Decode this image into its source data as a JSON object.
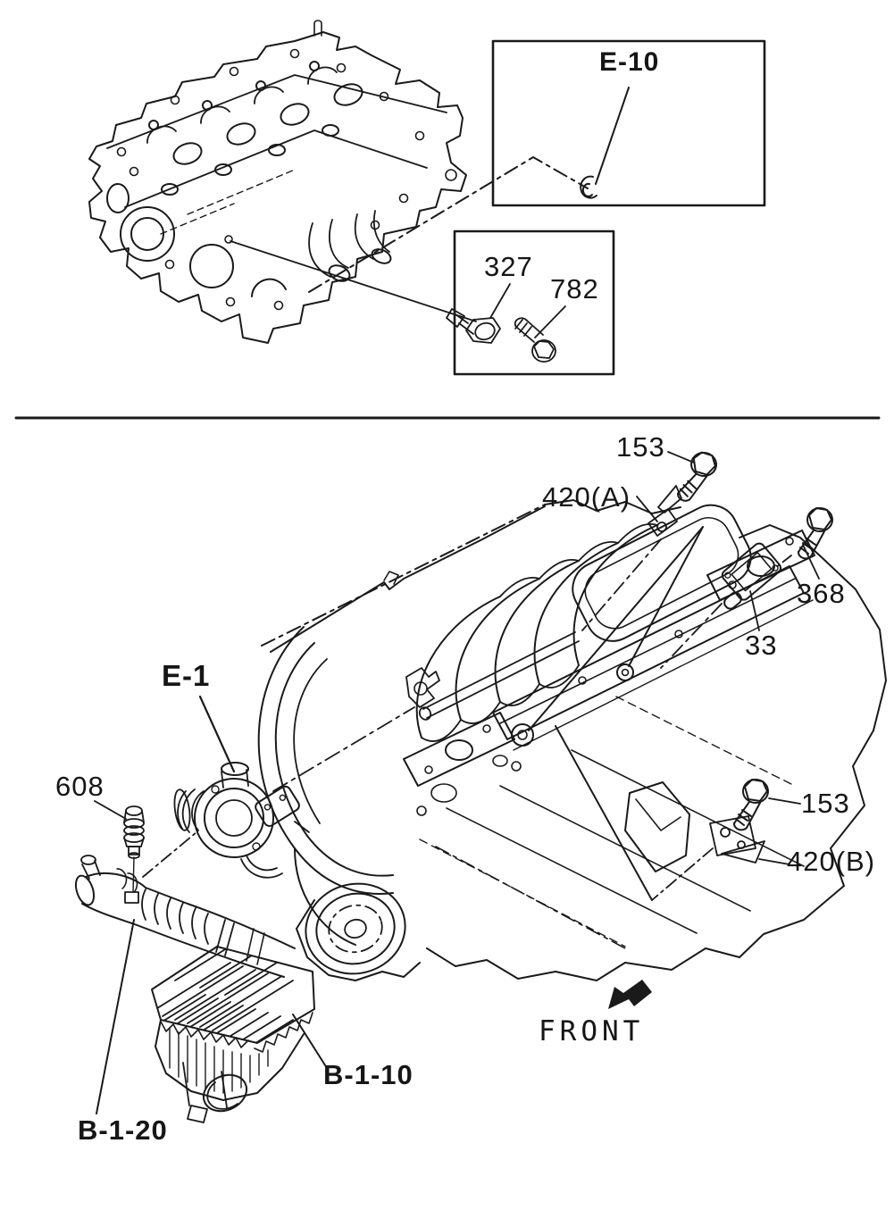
{
  "diagram": {
    "type": "engine-parts-line-diagram",
    "ink_color": "#1a1a1a",
    "paper_color": "#ffffff",
    "sections": {
      "top": {
        "description": "cylinder head with detail boxes",
        "callouts": {
          "e10": "E-10",
          "part_327": "327",
          "part_782": "782"
        }
      },
      "bottom": {
        "description": "engine assembly with sensors, brackets and air cleaner",
        "callouts": {
          "part_153_top": "153",
          "part_420a": "420(A)",
          "part_368": "368",
          "part_33": "33",
          "e1": "E-1",
          "part_608": "608",
          "part_153_right": "153",
          "part_420b": "420(B)",
          "b1_10": "B-1-10",
          "b1_20": "B-1-20",
          "front_label": "FRONT"
        }
      }
    }
  }
}
